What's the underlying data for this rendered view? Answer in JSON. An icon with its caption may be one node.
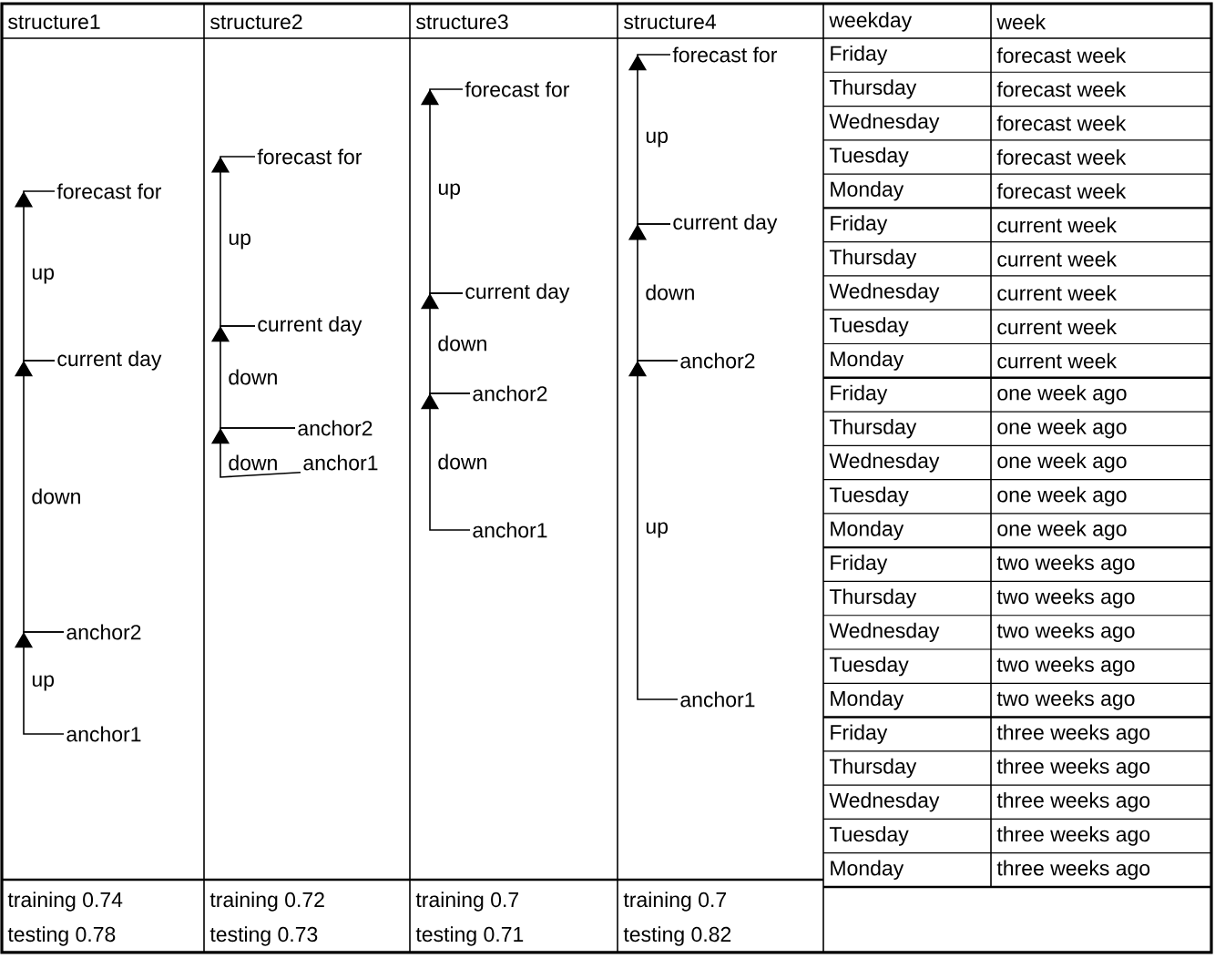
{
  "diagram": {
    "nodes": [
      {
        "text": [
          "forecast for"
        ]
      },
      {
        "text": [
          "current day"
        ]
      },
      {
        "text": [
          "anchor2"
        ]
      },
      {
        "text": [
          "anchor1"
        ]
      },
      {
        "text": [
          "forecast for"
        ]
      },
      {
        "text": [
          "current day"
        ]
      },
      {
        "text": [
          "anchor2"
        ]
      },
      {
        "text": [
          "anchor1"
        ]
      },
      {
        "text": [
          "forecast for"
        ]
      },
      {
        "text": [
          "current day"
        ]
      },
      {
        "text": [
          "anchor2"
        ]
      },
      {
        "text": [
          "anchor1"
        ]
      },
      {
        "text": [
          "forecast for"
        ]
      },
      {
        "text": [
          "current day"
        ]
      },
      {
        "text": [
          "anchor2"
        ]
      },
      {
        "text": [
          "anchor1"
        ]
      }
    ],
    "edges": [
      {
        "from": 3,
        "to": 2,
        "arrow": "to",
        "label": "up"
      },
      {
        "from": 2,
        "to": 1,
        "arrow": "to",
        "label": "down"
      },
      {
        "from": 1,
        "to": 0,
        "arrow": "to",
        "label": "up"
      },
      {
        "from": 7,
        "to": 6,
        "arrow": "to",
        "label": "down"
      },
      {
        "from": 6,
        "to": 5,
        "arrow": "to",
        "label": "down"
      },
      {
        "from": 5,
        "to": 4,
        "arrow": "to",
        "label": "up"
      },
      {
        "from": 11,
        "to": 10,
        "arrow": "to",
        "label": "down"
      },
      {
        "from": 10,
        "to": 9,
        "arrow": "to",
        "label": "down"
      },
      {
        "from": 9,
        "to": 8,
        "arrow": "to",
        "label": "up"
      },
      {
        "from": 15,
        "to": 14,
        "arrow": "to",
        "label": "up"
      },
      {
        "from": 14,
        "to": 13,
        "arrow": "to",
        "label": "down"
      },
      {
        "from": 13,
        "to": 12,
        "arrow": "to",
        "label": "up"
      }
    ],
    "labels": [
      "structure1",
      "structure2",
      "structure3",
      "structure4",
      "weekday",
      "week",
      "Friday",
      "forecast week",
      "Thursday",
      "forecast week",
      "Wednesday",
      "forecast week",
      "Tuesday",
      "forecast week",
      "Monday",
      "forecast week",
      "Friday",
      "current week",
      "Thursday",
      "current week",
      "Wednesday",
      "current week",
      "Tuesday",
      "current week",
      "Monday",
      "current week",
      "Friday",
      "one week ago",
      "Thursday",
      "one week ago",
      "Wednesday",
      "one week ago",
      "Tuesday",
      "one week ago",
      "Monday",
      "one week ago",
      "Friday",
      "two weeks ago",
      "Thursday",
      "two weeks ago",
      "Wednesday",
      "two weeks ago",
      "Tuesday",
      "two weeks ago",
      "Monday",
      "two weeks ago",
      "Friday",
      "three weeks ago",
      "Thursday",
      "three weeks ago",
      "Wednesday",
      "three weeks ago",
      "Tuesday",
      "three weeks ago",
      "Monday",
      "three weeks ago",
      "training 0.74",
      "testing 0.78",
      "training 0.72",
      "testing 0.73",
      "training 0.7",
      "testing 0.71",
      "training 0.7",
      "testing 0.82"
    ]
  }
}
